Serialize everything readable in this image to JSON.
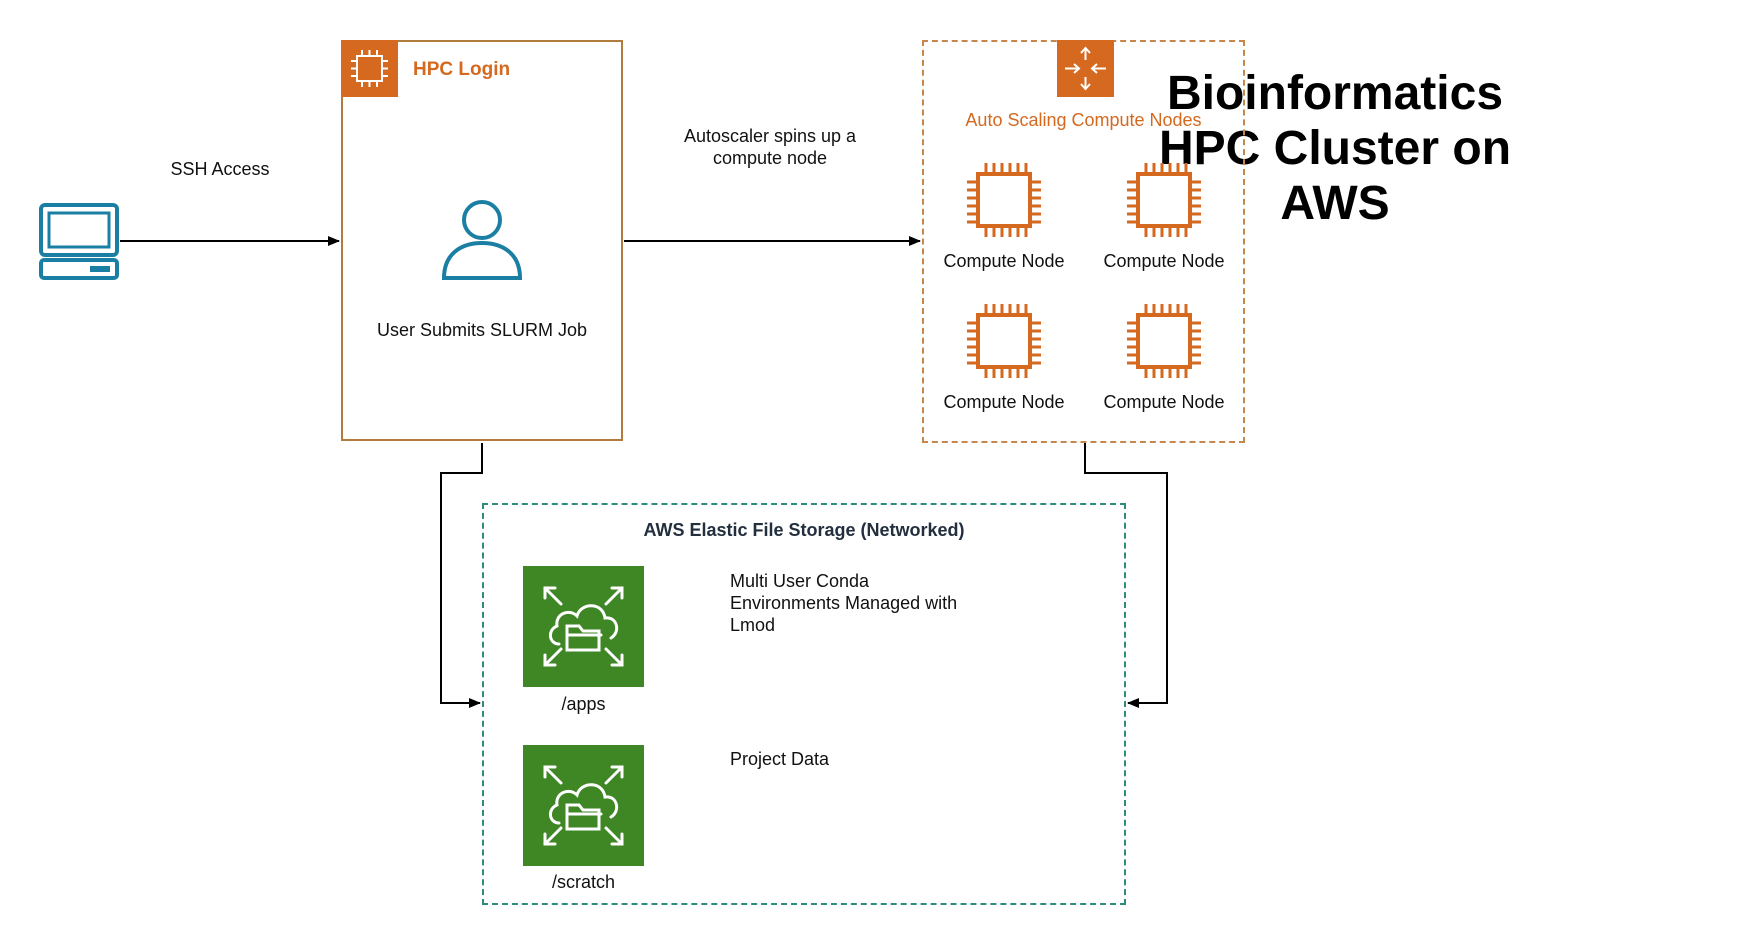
{
  "title": "Bioinformatics\nHPC Cluster on\nAWS",
  "edges": {
    "ssh": "SSH Access",
    "autoscaler": "Autoscaler spins up a\ncompute node"
  },
  "login": {
    "title": "HPC Login",
    "caption": "User Submits SLURM Job",
    "badge_icon": "processor-chip-icon",
    "user_icon": "user-icon"
  },
  "asg": {
    "title": "Auto Scaling Compute Nodes",
    "badge_icon": "auto-scaling-icon",
    "nodes": [
      "Compute Node",
      "Compute Node",
      "Compute Node",
      "Compute Node"
    ]
  },
  "efs": {
    "title": "AWS Elastic File Storage (Networked)",
    "volumes": [
      {
        "label": "/apps",
        "description": "Multi User Conda\nEnvironments Managed with\nLmod",
        "icon": "efs-icon"
      },
      {
        "label": "/scratch",
        "description": "Project Data",
        "icon": "efs-icon"
      }
    ]
  },
  "client_icon": "computer-icon",
  "colors": {
    "aws_orange": "#d4691f",
    "login_border": "#b27d3c",
    "asg_border": "#c8874a",
    "efs_green": "#3f8624",
    "efs_border": "#2e8c7c",
    "client_blue": "#1b7fa3"
  }
}
